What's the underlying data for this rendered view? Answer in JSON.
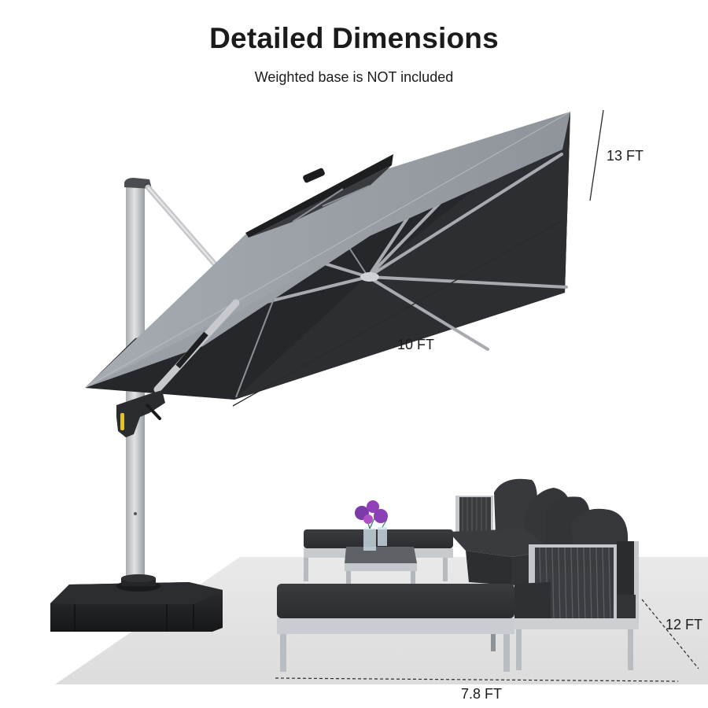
{
  "header": {
    "title": "Detailed Dimensions",
    "subtitle": "Weighted base is NOT included"
  },
  "dimensions": {
    "umbrella_height": "13 FT",
    "canopy_length": "10 FT",
    "floor_depth": "12 FT",
    "floor_width": "7.8 FT"
  },
  "colors": {
    "canopy_top": "#9ea3aa",
    "canopy_underside": "#2a2b2e",
    "pole": "#c9cbce",
    "base": "#1f2022",
    "cushion": "#35363a",
    "frame": "#c3c6ca",
    "floor_shadow": "#e3e3e3",
    "flowers": "#8a3fb5",
    "handle_accent": "#e2c12a"
  },
  "scene": {
    "product": "cantilever-patio-umbrella",
    "furniture": "outdoor-sectional-sofa-set"
  }
}
